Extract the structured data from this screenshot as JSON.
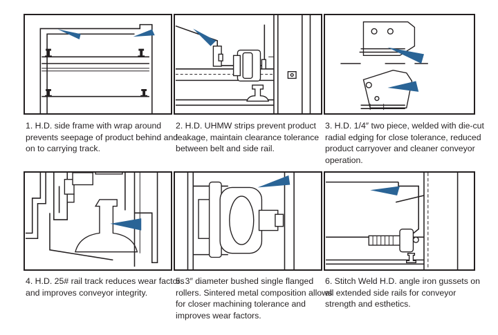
{
  "colors": {
    "arrow": "#2a6496",
    "line": "#231f20",
    "background": "#ffffff"
  },
  "panels": [
    {
      "caption": "1.  H.D. side frame with wrap around prevents seepage of product behind and on to carrying track."
    },
    {
      "caption": "2.  H.D. UHMW strips prevent product leakage, maintain clearance tolerance between belt and side rail."
    },
    {
      "caption": "3.  H.D. 1/4″ two piece, welded with die-cut radial edging for close tolerance, reduced product carryover and cleaner conveyor operation."
    },
    {
      "caption": "4.  H.D. 25# rail track reduces wear factors and improves conveyor integrity."
    },
    {
      "caption": "5.  3″ diameter bushed single flanged rollers.  Sintered metal composition allows for closer machining tolerance and improves wear factors."
    },
    {
      "caption": "6.   Stitch Weld H.D. angle iron gussets on all extended side rails for conveyor strength and esthetics."
    }
  ]
}
